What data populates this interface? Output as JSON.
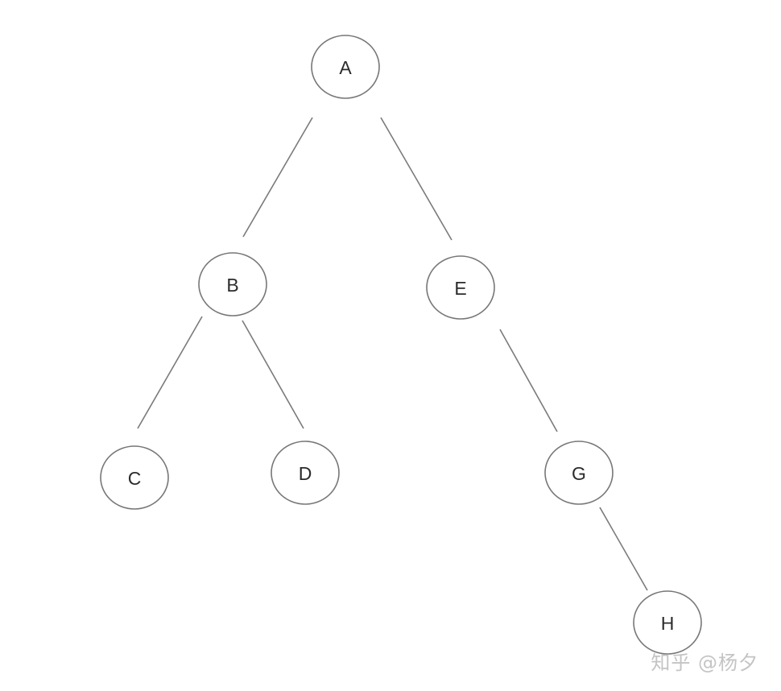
{
  "tree": {
    "nodes": [
      {
        "id": "A",
        "label": "A"
      },
      {
        "id": "B",
        "label": "B"
      },
      {
        "id": "E",
        "label": "E"
      },
      {
        "id": "C",
        "label": "C"
      },
      {
        "id": "D",
        "label": "D"
      },
      {
        "id": "G",
        "label": "G"
      },
      {
        "id": "H",
        "label": "H"
      }
    ],
    "edges": [
      {
        "from": "A",
        "to": "B"
      },
      {
        "from": "A",
        "to": "E"
      },
      {
        "from": "B",
        "to": "C"
      },
      {
        "from": "B",
        "to": "D"
      },
      {
        "from": "E",
        "to": "G"
      },
      {
        "from": "G",
        "to": "H"
      }
    ],
    "colors": {
      "edge": "#7a7a7a",
      "node_border": "#777777",
      "node_fill": "#ffffff",
      "label": "#2b2b2b"
    }
  },
  "watermark": {
    "text": "知乎 @杨夕"
  }
}
